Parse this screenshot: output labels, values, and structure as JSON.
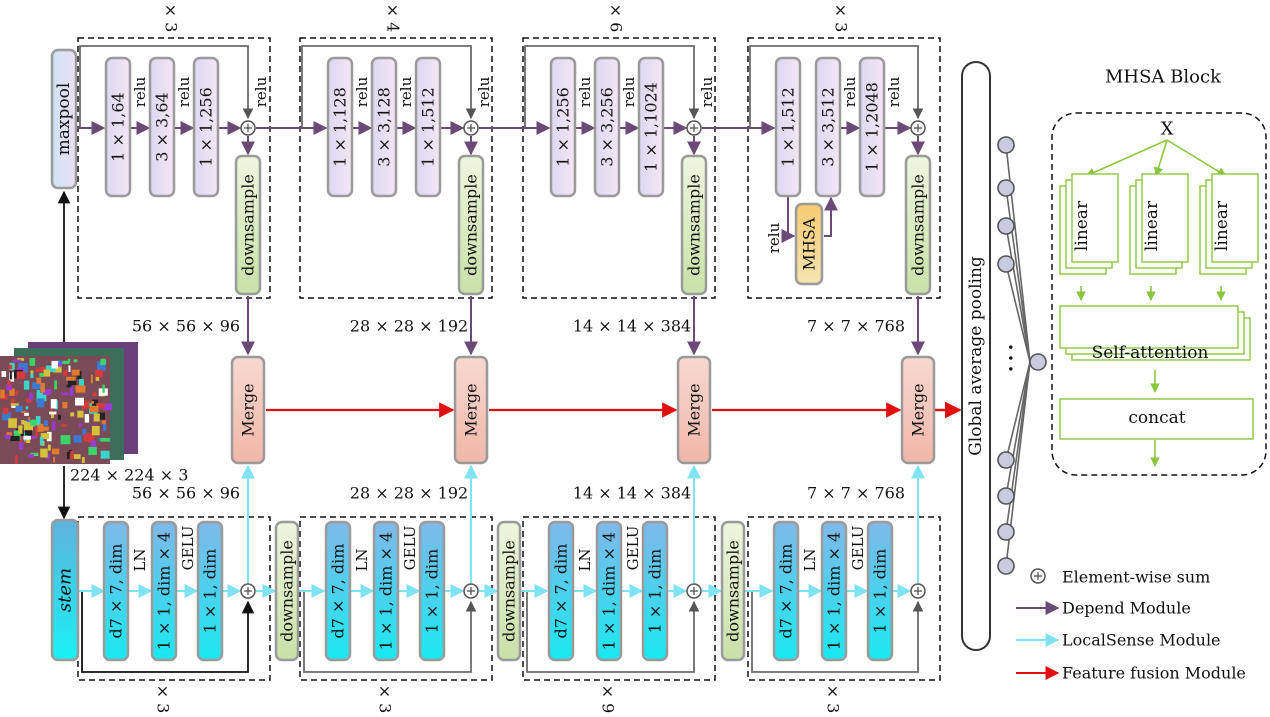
{
  "top_row": {
    "maxpool": "maxpool",
    "stages": [
      {
        "repeat": "× 3",
        "convs": [
          "1 × 1,64",
          "3 × 3,64",
          "1 × 1,256"
        ],
        "relus": [
          "relu",
          "relu"
        ],
        "sum_relu": "relu",
        "downsample": "downsample",
        "shape": "56 × 56 × 96"
      },
      {
        "repeat": "× 4",
        "convs": [
          "1 × 1,128",
          "3 × 3,128",
          "1 × 1,512"
        ],
        "relus": [
          "relu",
          "relu"
        ],
        "sum_relu": "relu",
        "downsample": "downsample",
        "shape": "28 × 28 × 192"
      },
      {
        "repeat": "× 6",
        "convs": [
          "1 × 1,256",
          "3 × 3,256",
          "1 × 1,1024"
        ],
        "relus": [
          "relu",
          "relu"
        ],
        "sum_relu": "relu",
        "downsample": "downsample",
        "shape": "14 × 14 × 384"
      },
      {
        "repeat": "× 3",
        "convs": [
          "1 × 1,512",
          "3 × 3,512",
          "1 × 1,2048"
        ],
        "relus": [
          "relu",
          "relu"
        ],
        "downsample": "downsample",
        "shape": "7 × 7 × 768",
        "mhsa": "MHSA",
        "mhsa_relu": "relu"
      }
    ]
  },
  "merge": {
    "label": "Merge",
    "count": 4
  },
  "input": {
    "shape": "224 × 224 × 3"
  },
  "bottom_row": {
    "stem": "stem",
    "between_downsample": "downsample",
    "stages": [
      {
        "repeat": "× 3",
        "blocks": [
          "d7 × 7, dim",
          "1 × 1, dim × 4",
          "1 × 1, dim"
        ],
        "labels": [
          "LN",
          "GELU"
        ],
        "shape": "56 × 56 × 96"
      },
      {
        "repeat": "× 3",
        "blocks": [
          "d7 × 7, dim",
          "1 × 1, dim × 4",
          "1 × 1, dim"
        ],
        "labels": [
          "LN",
          "GELU"
        ],
        "shape": "28 × 28 × 192"
      },
      {
        "repeat": "× 9",
        "blocks": [
          "d7 × 7, dim",
          "1 × 1, dim × 4",
          "1 × 1, dim"
        ],
        "labels": [
          "LN",
          "GELU"
        ],
        "shape": "14 × 14 × 384"
      },
      {
        "repeat": "× 3",
        "blocks": [
          "d7 × 7, dim",
          "1 × 1, dim × 4",
          "1 × 1, dim"
        ],
        "labels": [
          "LN",
          "GELU"
        ],
        "shape": "7 × 7 × 768"
      }
    ]
  },
  "gap": {
    "label": "Global average pooling",
    "dots": "• • •"
  },
  "mhsa_block": {
    "title": "MHSA Block",
    "input": "X",
    "linear": "linear",
    "self_attention": "Self-attention",
    "concat": "concat"
  },
  "legend": {
    "sum": "Element-wise sum",
    "depend": "Depend Module",
    "localsense": "LocalSense Module",
    "fusion": "Feature fusion Module"
  },
  "colors": {
    "depend": "#6b4a78",
    "localsense": "#7fe3f3",
    "fusion": "#e01010",
    "green": "#8cc63f",
    "dark": "#555555"
  }
}
